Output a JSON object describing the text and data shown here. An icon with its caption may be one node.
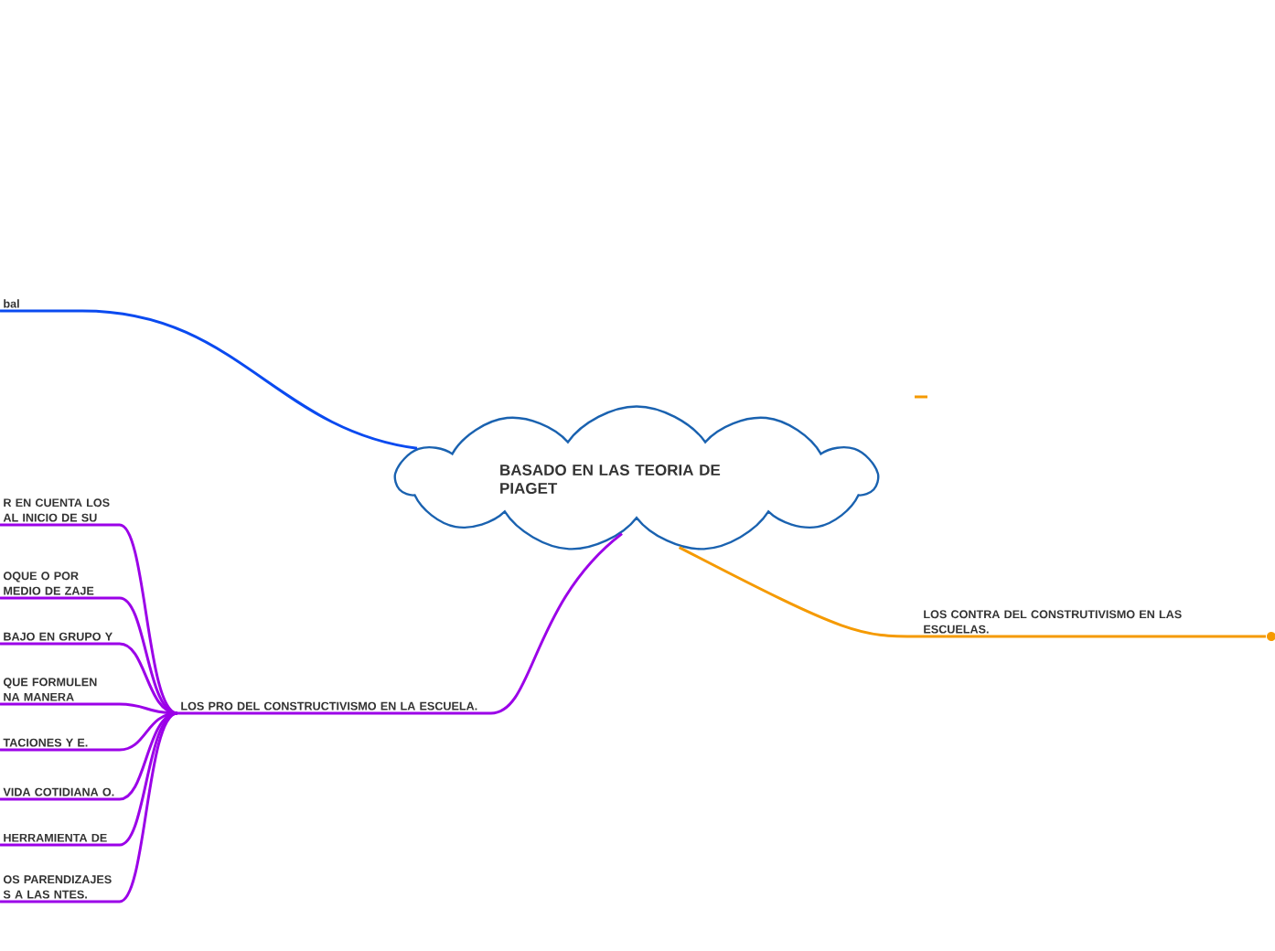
{
  "diagram": {
    "nodes": [
      {
        "text": [
          "BASADO EN LAS TEORIA DE PIAGET"
        ]
      },
      {
        "text": [
          "bal"
        ]
      },
      {
        "text": [
          "LOS PRO DEL CONSTRUCTIVISMO EN LA ESCUELA."
        ]
      },
      {
        "text": [
          "LOS CONTRA DEL CONSTRUTIVISMO EN LAS ESCUELAS."
        ]
      },
      {
        "text": [
          "R EN CUENTA LOS AL INICIO DE SU"
        ]
      },
      {
        "text": [
          "OQUE O POR MEDIO DE ZAJE"
        ]
      },
      {
        "text": [
          "BAJO EN GRUPO Y"
        ]
      },
      {
        "text": [
          "QUE FORMULEN NA MANERA"
        ]
      },
      {
        "text": [
          "TACIONES Y E."
        ]
      },
      {
        "text": [
          "VIDA COTIDIANA O."
        ]
      },
      {
        "text": [
          "HERRAMIENTA DE"
        ]
      },
      {
        "text": [
          "OS PARENDIZAJES S A LAS NTES."
        ]
      }
    ],
    "edges": [
      {
        "from": 0,
        "to": 1,
        "arrow": "none",
        "color": "#0a4af0"
      },
      {
        "from": 0,
        "to": 2,
        "arrow": "none",
        "color": "#9b00e8"
      },
      {
        "from": 0,
        "to": 3,
        "arrow": "none",
        "color": "#f59a00"
      },
      {
        "from": 2,
        "to": 4,
        "arrow": "none",
        "color": "#9b00e8"
      },
      {
        "from": 2,
        "to": 5,
        "arrow": "none",
        "color": "#9b00e8"
      },
      {
        "from": 2,
        "to": 6,
        "arrow": "none",
        "color": "#9b00e8"
      },
      {
        "from": 2,
        "to": 7,
        "arrow": "none",
        "color": "#9b00e8"
      },
      {
        "from": 2,
        "to": 8,
        "arrow": "none",
        "color": "#9b00e8"
      },
      {
        "from": 2,
        "to": 9,
        "arrow": "none",
        "color": "#9b00e8"
      },
      {
        "from": 2,
        "to": 10,
        "arrow": "none",
        "color": "#9b00e8"
      },
      {
        "from": 2,
        "to": 11,
        "arrow": "none",
        "color": "#9b00e8"
      }
    ]
  }
}
